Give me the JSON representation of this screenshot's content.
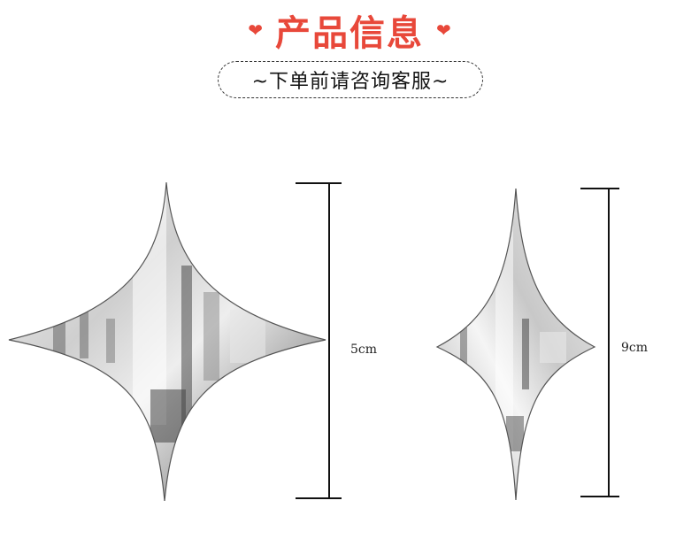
{
  "header": {
    "title": "产品信息",
    "heart_glyph": "❤",
    "subtitle": "~下单前请咨询客服~",
    "accent_color": "#e8483a"
  },
  "products": [
    {
      "name_icon": "mirror-star-large",
      "size_label": "5cm"
    },
    {
      "name_icon": "mirror-star-small",
      "size_label": "9cm"
    }
  ]
}
